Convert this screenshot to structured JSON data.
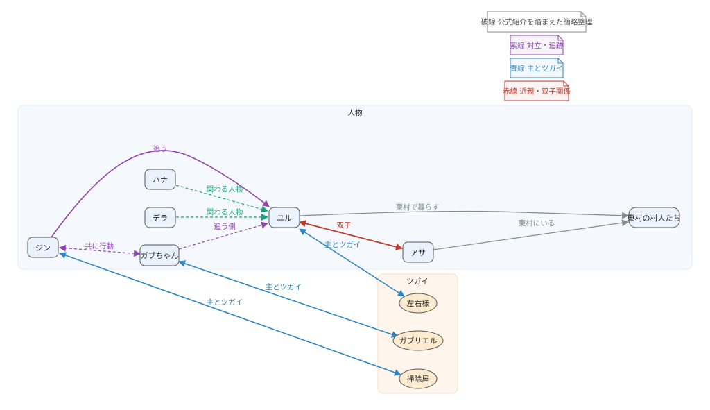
{
  "notes": [
    {
      "id": "note-legend-dashed",
      "text": "破線 公式紹介を踏まえた簡略整理",
      "color": "#666666",
      "fill": "#ffffff"
    },
    {
      "id": "note-legend-purple",
      "text": "紫線 対立・追跡",
      "color": "#8e44ad",
      "fill": "#f9f3fc"
    },
    {
      "id": "note-legend-blue",
      "text": "青線 主とツガイ",
      "color": "#2e86c1",
      "fill": "#f2f8fd"
    },
    {
      "id": "note-legend-red",
      "text": "赤線 近親・双子関係",
      "color": "#c0392b",
      "fill": "#fdf3f2"
    }
  ],
  "clusters": [
    {
      "id": "people",
      "title": "人物"
    },
    {
      "id": "tsugai",
      "title": "ツガイ"
    }
  ],
  "nodes": [
    {
      "id": "jin",
      "label": "ジン",
      "shape": "rect"
    },
    {
      "id": "hana",
      "label": "ハナ",
      "shape": "rect"
    },
    {
      "id": "dera",
      "label": "デラ",
      "shape": "rect"
    },
    {
      "id": "gabu",
      "label": "ガブちゃん",
      "shape": "rect"
    },
    {
      "id": "yuru",
      "label": "ユル",
      "shape": "rect"
    },
    {
      "id": "asa",
      "label": "アサ",
      "shape": "rect"
    },
    {
      "id": "villagers",
      "label": "東村の村人たち",
      "shape": "rect"
    },
    {
      "id": "sayu",
      "label": "左右様",
      "shape": "ellipse"
    },
    {
      "id": "gabriel",
      "label": "ガブリエル",
      "shape": "ellipse"
    },
    {
      "id": "soujiya",
      "label": "掃除屋",
      "shape": "ellipse"
    }
  ],
  "edges": [
    {
      "from": "jin",
      "to": "yuru",
      "label": "追う",
      "color": "#8e44ad",
      "style": "solid",
      "dir": "forward"
    },
    {
      "from": "hana",
      "to": "yuru",
      "label": "関わる人物",
      "color": "#16a085",
      "style": "dashed",
      "dir": "forward"
    },
    {
      "from": "dera",
      "to": "yuru",
      "label": "関わる人物",
      "color": "#16a085",
      "style": "dashed",
      "dir": "forward"
    },
    {
      "from": "gabu",
      "to": "yuru",
      "label": "追う側",
      "color": "#8e44ad",
      "style": "dashed",
      "dir": "forward"
    },
    {
      "from": "jin",
      "to": "gabu",
      "label": "共に行動",
      "color": "#8e44ad",
      "style": "dashed",
      "dir": "both"
    },
    {
      "from": "yuru",
      "to": "villagers",
      "label": "東村で暮らす",
      "color": "#7f8c8d",
      "style": "solid",
      "dir": "forward"
    },
    {
      "from": "asa",
      "to": "villagers",
      "label": "東村にいる",
      "color": "#7f8c8d",
      "style": "solid",
      "dir": "forward"
    },
    {
      "from": "yuru",
      "to": "asa",
      "label": "双子",
      "color": "#c0392b",
      "style": "solid",
      "dir": "both"
    },
    {
      "from": "yuru",
      "to": "sayu",
      "label": "主とツガイ",
      "color": "#2e86c1",
      "style": "solid",
      "dir": "both"
    },
    {
      "from": "gabu",
      "to": "gabriel",
      "label": "主とツガイ",
      "color": "#2e86c1",
      "style": "solid",
      "dir": "both"
    },
    {
      "from": "jin",
      "to": "soujiya",
      "label": "主とツガイ",
      "color": "#2e86c1",
      "style": "solid",
      "dir": "both"
    }
  ]
}
